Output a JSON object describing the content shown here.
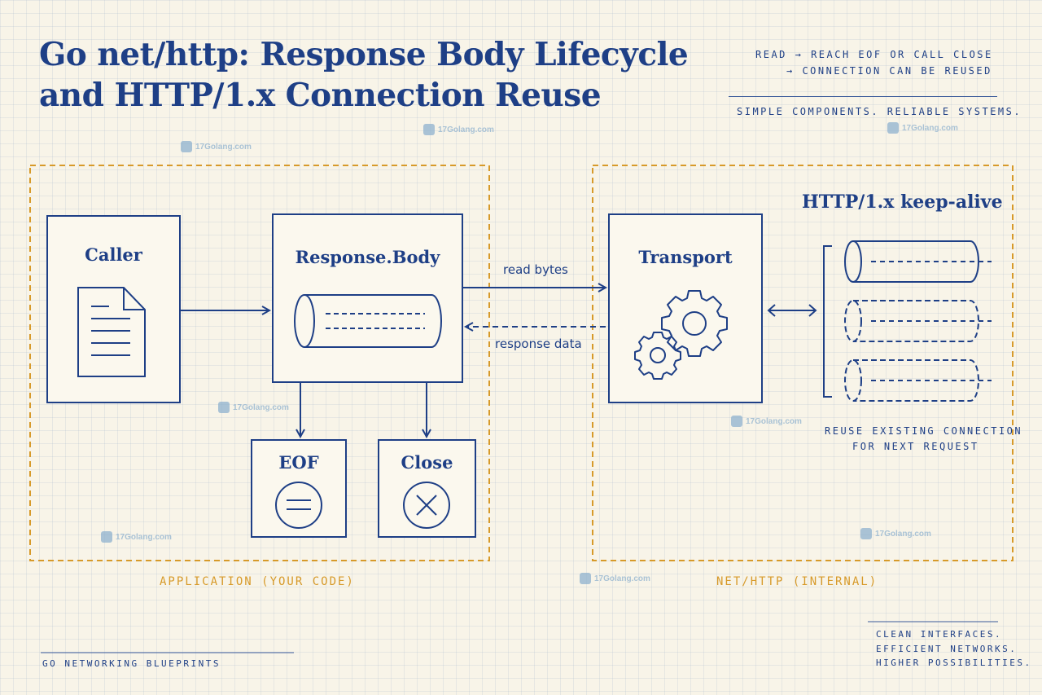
{
  "title": {
    "line1": "Go net/http: Response Body Lifecycle",
    "line2": "and HTTP/1.x Connection Reuse"
  },
  "notes": {
    "top_line1": "READ → REACH EOF OR CALL CLOSE",
    "top_line2": "→ CONNECTION CAN BE REUSED",
    "tagline": "SIMPLE COMPONENTS. RELIABLE SYSTEMS.",
    "footer_left": "GO NETWORKING BLUEPRINTS",
    "footer_right_1": "CLEAN INTERFACES.",
    "footer_right_2": "EFFICIENT NETWORKS.",
    "footer_right_3": "HIGHER POSSIBILITIES."
  },
  "zones": {
    "application": "APPLICATION (YOUR CODE)",
    "internal": "NET/HTTP (INTERNAL)"
  },
  "nodes": {
    "caller": "Caller",
    "response_body": "Response.Body",
    "eof": "EOF",
    "close": "Close",
    "transport": "Transport",
    "keep_alive": "HTTP/1.x keep-alive"
  },
  "edges": {
    "read_bytes": "read bytes",
    "response_data": "response data"
  },
  "reuse_note": {
    "line1": "REUSE EXISTING CONNECTION",
    "line2": "FOR NEXT REQUEST"
  },
  "watermark": "17Golang.com",
  "colors": {
    "ink": "#1e3f86",
    "zone": "#d79a2a",
    "paper": "#f8f4e8"
  }
}
